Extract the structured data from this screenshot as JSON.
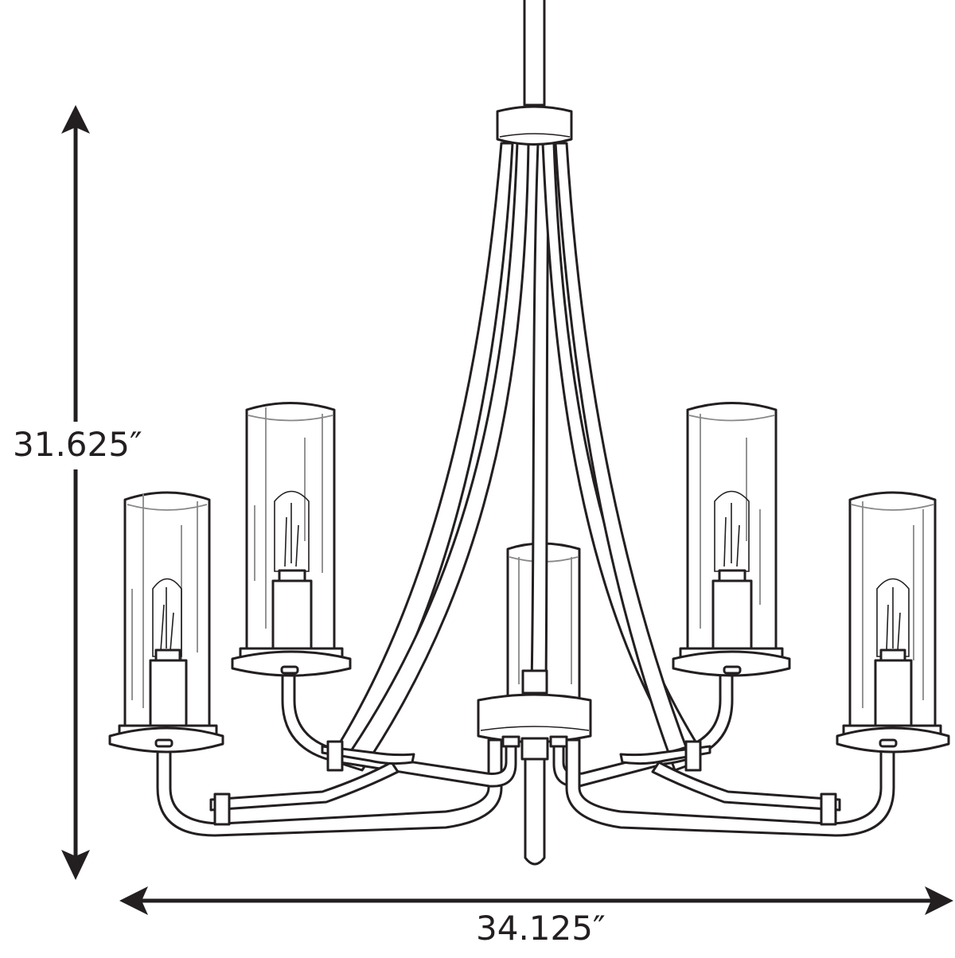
{
  "diagram": {
    "subject": "Five-light chandelier line drawing with dimensions",
    "dimensions": {
      "height": {
        "label": "31.625″",
        "orientation": "vertical"
      },
      "width": {
        "label": "34.125″",
        "orientation": "horizontal"
      }
    },
    "components": [
      "downrod",
      "canopy-collar",
      "curved-support-ribbons",
      "center-hub",
      "five-arms",
      "five-cylindrical-glass-shades",
      "five-candelabra-bulbs",
      "bottom-finial"
    ],
    "colors": {
      "line": "#231f20",
      "background": "#ffffff",
      "glass_highlight": "#888888"
    }
  }
}
